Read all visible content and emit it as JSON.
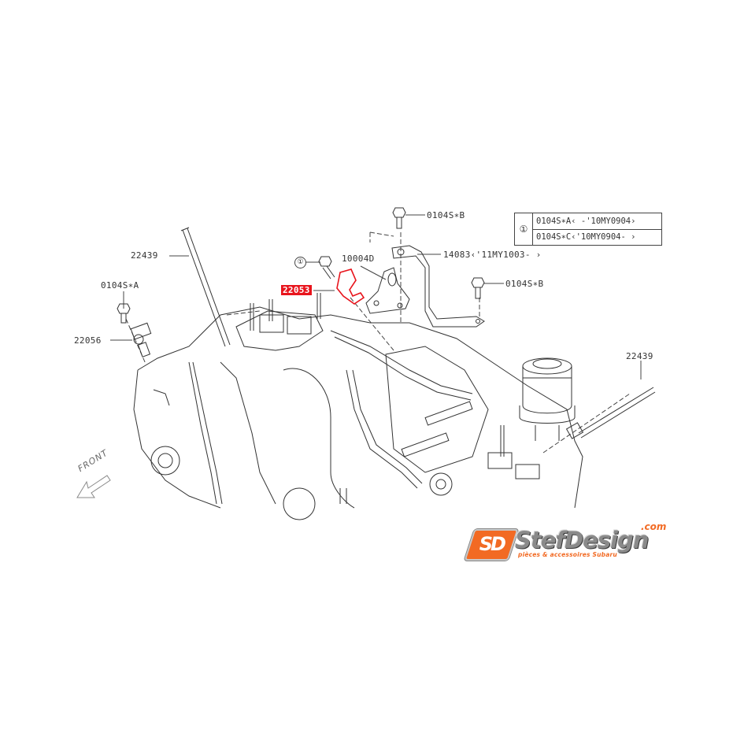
{
  "diagram": {
    "type": "exploded-parts-diagram",
    "subject": "engine block with sensors and brackets",
    "line_color": "#333333",
    "highlight_color": "#e8141c"
  },
  "labels": {
    "bolt_b_top": "0104S∗B",
    "bracket_14083": "14083‹'11MY1003- ›",
    "callout_1_ref": "①",
    "part_10004d": "10004D",
    "part_22053_highlighted": "22053",
    "bolt_b_right": "0104S∗B",
    "part_22439_left": "22439",
    "bolt_a_left": "0104S∗A",
    "part_22056": "22056",
    "part_22439_right": "22439",
    "front_arrow": "FRONT"
  },
  "legend": {
    "symbol": "①",
    "rows": [
      "0104S∗A‹ -'10MY0904›",
      "0104S∗C‹'10MY0904- ›"
    ]
  },
  "logo": {
    "mark": "SD",
    "name": "StefDesign",
    "domain": ".com",
    "tagline": "pièces & accessoires Subaru",
    "accent_color": "#f26a23",
    "name_color": "#8a8a8a"
  }
}
